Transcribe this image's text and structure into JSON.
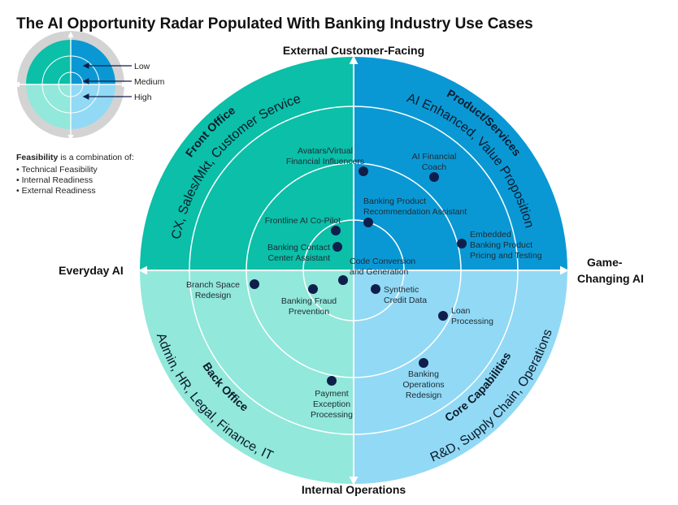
{
  "title": "The AI Opportunity Radar Populated With Banking Industry Use Cases",
  "axes": {
    "top": "External Customer-Facing",
    "bottom": "Internal Operations",
    "left": "Everyday AI",
    "right": [
      "Game-",
      "Changing AI"
    ]
  },
  "legend": {
    "levels": [
      "Low",
      "Medium",
      "High"
    ],
    "feasibility_bold": "Feasibility",
    "feasibility_rest": " is a combination of:",
    "bullets": [
      "• Technical Feasibility",
      "• Internal Readiness",
      "• External Readiness"
    ]
  },
  "quadrants": [
    {
      "title": "Front Office",
      "subtitle": "CX, Sales/Mkt, Customer Service"
    },
    {
      "title": "Product/Services",
      "subtitle": "AI Enhanced, Value Proposition"
    },
    {
      "title": "Back Office",
      "subtitle": "Admin, HR, Legal, Finance, IT"
    },
    {
      "title": "Core Capabilities",
      "subtitle": "R&D, Supply Chain, Operations"
    }
  ],
  "use_cases": [
    {
      "lines": [
        "Avatars/Virtual",
        "Financial Influencers"
      ]
    },
    {
      "lines": [
        "AI Financial",
        "Coach"
      ]
    },
    {
      "lines": [
        "Banking Product",
        "Recommendation Assistant"
      ]
    },
    {
      "lines": [
        "Embedded",
        "Banking Product",
        "Pricing and Testing"
      ]
    },
    {
      "lines": [
        "Frontline AI Co-Pilot"
      ]
    },
    {
      "lines": [
        "Banking Contact",
        "Center Assistant"
      ]
    },
    {
      "lines": [
        "Code Conversion",
        "and Generation"
      ]
    },
    {
      "lines": [
        "Branch Space",
        "Redesign"
      ]
    },
    {
      "lines": [
        "Banking Fraud",
        "Prevention"
      ]
    },
    {
      "lines": [
        "Synthetic",
        "Credit Data"
      ]
    },
    {
      "lines": [
        "Loan",
        "Processing"
      ]
    },
    {
      "lines": [
        "Banking",
        "Operations",
        "Redesign"
      ]
    },
    {
      "lines": [
        "Payment",
        "Exception",
        "Processing"
      ]
    }
  ],
  "colors": {
    "front_office": "#0bbfa8",
    "product_services": "#0a98d5",
    "back_office": "#92e8da",
    "core_capabilities": "#92d9f5",
    "dot": "#0f1f4b"
  }
}
